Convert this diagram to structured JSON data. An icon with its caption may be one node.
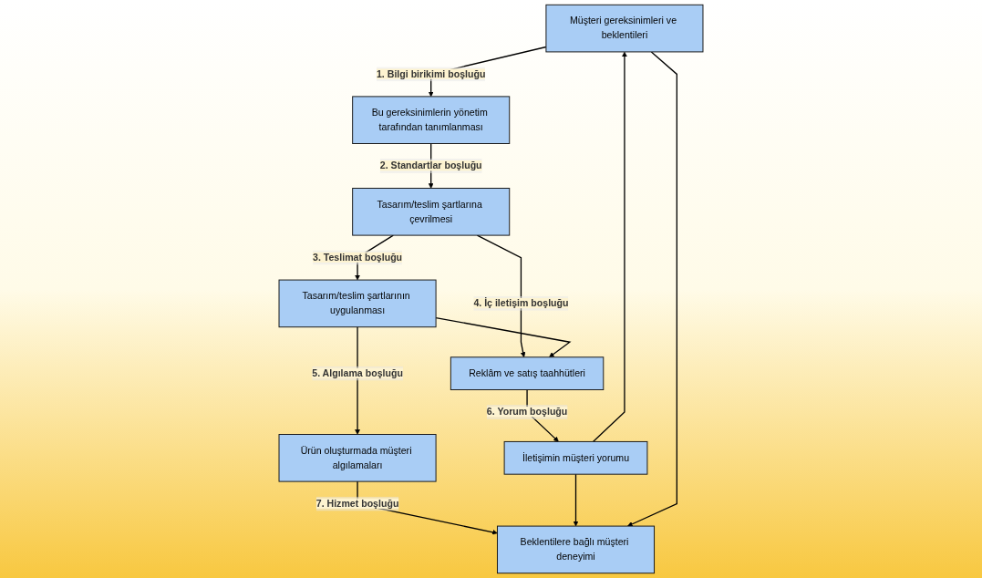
{
  "diagram": {
    "nodes": [
      {
        "text": [
          "Müşteri gereksinimleri ve beklentileri"
        ]
      },
      {
        "text": [
          "Bu gereksinimlerin yönetim tarafından tanımlanması"
        ]
      },
      {
        "text": [
          "Tasarım/teslim şartlarına çevrilmesi"
        ]
      },
      {
        "text": [
          "Tasarım/teslim şartlarının uygulanması"
        ]
      },
      {
        "text": [
          "Reklâm ve satış taahhütleri"
        ]
      },
      {
        "text": [
          "Ürün oluşturmada müşteri algılamaları"
        ]
      },
      {
        "text": [
          "İletişimin müşteri yorumu"
        ]
      },
      {
        "text": [
          "Beklentilere bağlı müşteri deneyimi"
        ]
      }
    ],
    "edges": [
      {
        "from": 0,
        "to": 1,
        "arrow": "to",
        "label": "1. Bilgi birikimi boşluğu"
      },
      {
        "from": 1,
        "to": 2,
        "arrow": "to",
        "label": "2. Standartlar boşluğu"
      },
      {
        "from": 2,
        "to": 3,
        "arrow": "to",
        "label": "3. Teslimat boşluğu"
      },
      {
        "from": 2,
        "to": 4,
        "arrow": "to",
        "label": "4. İç iletişim boşluğu"
      },
      {
        "from": 3,
        "to": 4,
        "arrow": "to"
      },
      {
        "from": 3,
        "to": 5,
        "arrow": "to",
        "label": "5. Algılama boşluğu"
      },
      {
        "from": 4,
        "to": 6,
        "arrow": "to",
        "label": "6. Yorum boşluğu"
      },
      {
        "from": 5,
        "to": 7,
        "arrow": "to",
        "label": "7. Hizmet boşluğu"
      },
      {
        "from": 6,
        "to": 7,
        "arrow": "to"
      },
      {
        "from": 6,
        "to": 0,
        "arrow": "to"
      },
      {
        "from": 0,
        "to": 7,
        "arrow": "to"
      }
    ]
  }
}
